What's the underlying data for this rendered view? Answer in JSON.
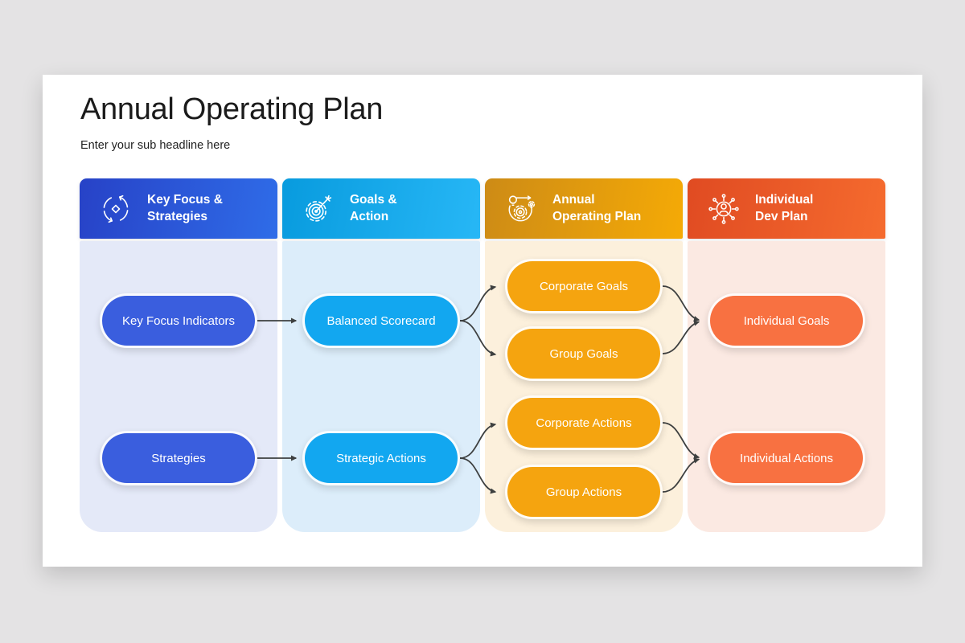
{
  "page": {
    "title": "Annual Operating Plan",
    "subtitle": "Enter your sub headline here"
  },
  "columns": [
    {
      "line1": "Key Focus &",
      "line2": "Strategies",
      "icon": "collaboration-icon",
      "header_color": "#2d5bd9",
      "body_color": "#e4e9f8"
    },
    {
      "line1": "Goals &",
      "line2": "Action",
      "icon": "goal-target-icon",
      "header_color": "#14a9ec",
      "body_color": "#dcedfa"
    },
    {
      "line1": "Annual",
      "line2": "Operating Plan",
      "icon": "process-gears-icon",
      "header_color": "#e39c10",
      "body_color": "#fcf0dc"
    },
    {
      "line1": "Individual",
      "line2": "Dev Plan",
      "icon": "people-network-icon",
      "header_color": "#ee5c28",
      "body_color": "#fbe9e2"
    }
  ],
  "nodes": [
    {
      "label": "Key Focus Indicators",
      "column": "key-focus-strategies",
      "color": "#3a5ede"
    },
    {
      "label": "Balanced Scorecard",
      "column": "goals-action",
      "color": "#12a7f0"
    },
    {
      "label": "Strategies",
      "column": "key-focus-strategies",
      "color": "#3a5ede"
    },
    {
      "label": "Strategic Actions",
      "column": "goals-action",
      "color": "#12a7f0"
    },
    {
      "label": "Corporate Goals",
      "column": "annual-operating-plan",
      "color": "#f5a40f"
    },
    {
      "label": "Group Goals",
      "column": "annual-operating-plan",
      "color": "#f5a40f"
    },
    {
      "label": "Corporate Actions",
      "column": "annual-operating-plan",
      "color": "#f5a40f"
    },
    {
      "label": "Group Actions",
      "column": "annual-operating-plan",
      "color": "#f5a40f"
    },
    {
      "label": "Individual Goals",
      "column": "individual-dev-plan",
      "color": "#f87141"
    },
    {
      "label": "Individual Actions",
      "column": "individual-dev-plan",
      "color": "#f87141"
    }
  ],
  "connections": [
    {
      "from": "Key Focus Indicators",
      "to": "Balanced Scorecard"
    },
    {
      "from": "Strategies",
      "to": "Strategic Actions"
    },
    {
      "from": "Balanced Scorecard",
      "to": "Corporate Goals"
    },
    {
      "from": "Balanced Scorecard",
      "to": "Group Goals"
    },
    {
      "from": "Corporate Goals",
      "to": "Individual Goals"
    },
    {
      "from": "Group Goals",
      "to": "Individual Goals"
    },
    {
      "from": "Strategic Actions",
      "to": "Corporate Actions"
    },
    {
      "from": "Strategic Actions",
      "to": "Group Actions"
    },
    {
      "from": "Corporate Actions",
      "to": "Individual Actions"
    },
    {
      "from": "Group Actions",
      "to": "Individual Actions"
    }
  ],
  "colors": {
    "page_background": "#e4e3e4",
    "card_background": "#ffffff",
    "connector": "#3e4040",
    "title_text": "#1b1b1b",
    "node_text": "#ffffff"
  }
}
